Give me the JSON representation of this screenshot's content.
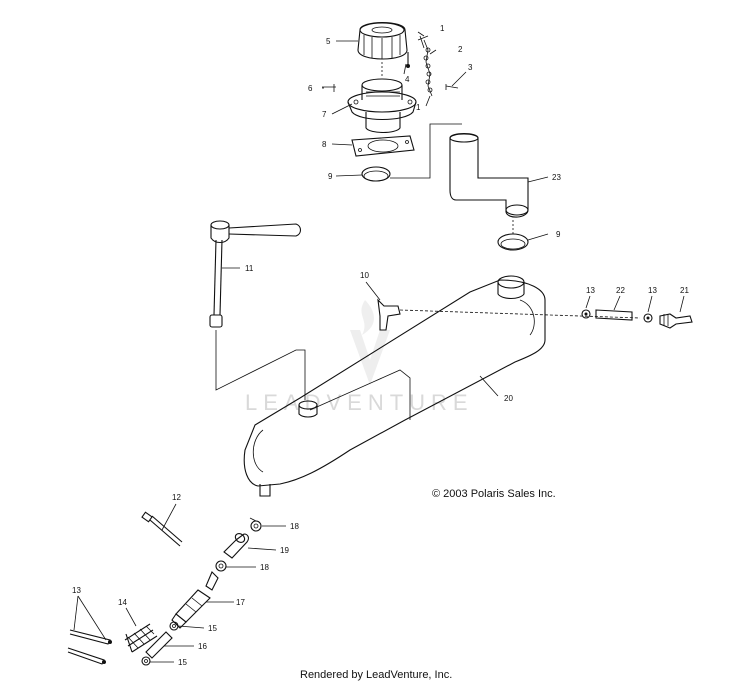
{
  "diagram": {
    "copyright": "© 2003 Polaris Sales Inc.",
    "footer": "Rendered by LeadVenture, Inc.",
    "watermark": "LEADVENTURE",
    "callouts": {
      "c1a": "1",
      "c1b": "1",
      "c2": "2",
      "c3": "3",
      "c4": "4",
      "c5": "5",
      "c6": "6",
      "c7": "7",
      "c8": "8",
      "c9a": "9",
      "c9b": "9",
      "c10": "10",
      "c11": "11",
      "c12": "12",
      "c13a": "13",
      "c13b": "13",
      "c13c": "13",
      "c14": "14",
      "c15a": "15",
      "c15b": "15",
      "c16": "16",
      "c17": "17",
      "c18a": "18",
      "c18b": "18",
      "c19": "19",
      "c20": "20",
      "c21": "21",
      "c22": "22",
      "c23": "23"
    }
  }
}
